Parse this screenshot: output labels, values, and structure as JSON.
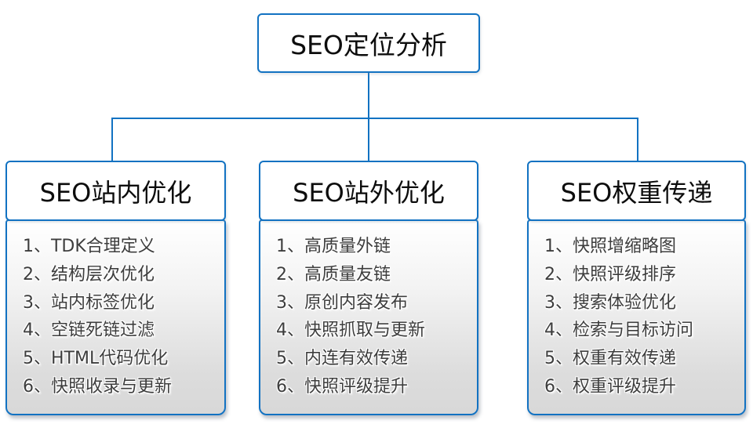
{
  "diagram": {
    "root": {
      "title": "SEO定位分析"
    },
    "columns": [
      {
        "title": "SEO站内优化",
        "items": [
          "1、TDK合理定义",
          "2、结构层次优化",
          "3、站内标签优化",
          "4、空链死链过滤",
          "5、HTML代码优化",
          "6、快照收录与更新"
        ]
      },
      {
        "title": "SEO站外优化",
        "items": [
          "1、高质量外链",
          "2、高质量友链",
          "3、原创内容发布",
          "4、快照抓取与更新",
          "5、内连有效传递",
          "6、快照评级提升"
        ]
      },
      {
        "title": "SEO权重传递",
        "items": [
          "1、快照增缩略图",
          "2、快照评级排序",
          "3、搜索体验优化",
          "4、检索与目标访问",
          "5、权重有效传递",
          "6、权重评级提升"
        ]
      }
    ],
    "colors": {
      "accent": "#1272c2",
      "box_fill": "#ffffff",
      "body_gradient_top": "#ffffff",
      "body_gradient_bottom": "#d8d8d8",
      "item_text": "#3d3d3d",
      "title_text": "#0d0d0d"
    }
  }
}
